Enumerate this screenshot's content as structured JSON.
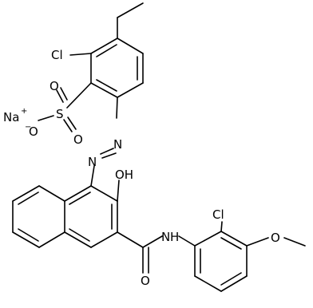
{
  "atom_labels": {
    "cl_upper": "Cl",
    "na": "Na",
    "na_charge": "+",
    "o_minus": "O",
    "o_minus_charge": "−",
    "s": "S",
    "o_top": "O",
    "o_bottom": "O",
    "n_upper": "N",
    "n_lower": "N",
    "oh": "OH",
    "cl_lower": "Cl",
    "nh": "N",
    "nh_h": "H",
    "o_carbonyl": "O",
    "o_methoxy": "O"
  }
}
